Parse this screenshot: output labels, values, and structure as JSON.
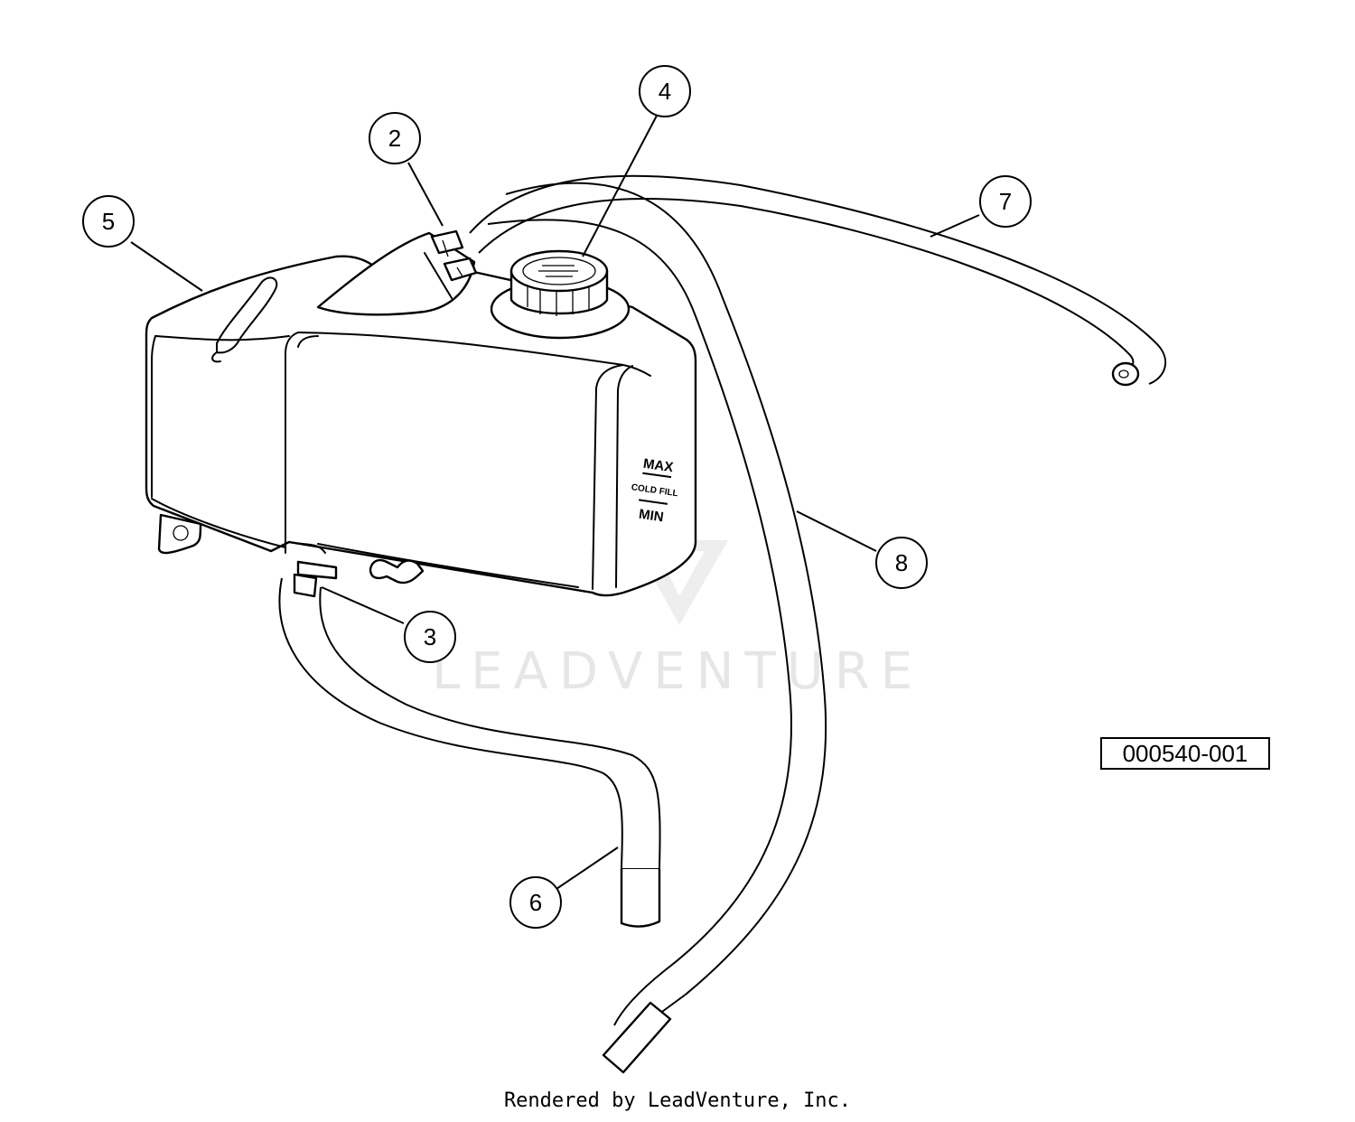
{
  "callouts": [
    {
      "number": "2"
    },
    {
      "number": "3"
    },
    {
      "number": "4"
    },
    {
      "number": "5"
    },
    {
      "number": "6"
    },
    {
      "number": "7"
    },
    {
      "number": "8"
    }
  ],
  "tank_markings": {
    "max": "MAX",
    "cold_fill": "COLD FILL",
    "min": "MIN"
  },
  "watermark": {
    "text": "LEADVENTURE"
  },
  "reference_code": "000540-001",
  "footer": "Rendered by LeadVenture, Inc."
}
